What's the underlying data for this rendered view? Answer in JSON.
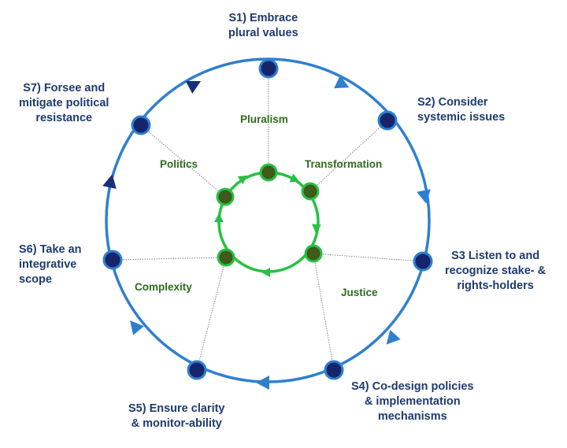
{
  "outer_cycle": {
    "ring_color": "#2f7fd0",
    "node_fill": "#16256b",
    "node_stroke": "#2f7fd0",
    "steps": [
      {
        "id": "s1",
        "lines": [
          "S1) Embrace",
          "plural values"
        ]
      },
      {
        "id": "s2",
        "lines": [
          "S2) Consider",
          "systemic issues"
        ]
      },
      {
        "id": "s3",
        "lines": [
          "S3 Listen to and",
          "recognize stake- &",
          "rights-holders"
        ]
      },
      {
        "id": "s4",
        "lines": [
          "S4) Co-design policies",
          "& implementation",
          "mechanisms"
        ]
      },
      {
        "id": "s5",
        "lines": [
          "S5) Ensure clarity",
          "& monitor-ability"
        ]
      },
      {
        "id": "s6",
        "lines": [
          "S6) Take an",
          "integrative",
          "scope"
        ]
      },
      {
        "id": "s7",
        "lines": [
          "S7) Forsee and",
          "mitigate political",
          "resistance"
        ]
      }
    ]
  },
  "inner_cycle": {
    "ring_color": "#27c043",
    "node_fill": "#3f5a1a",
    "node_stroke": "#27c043",
    "concepts": [
      "Pluralism",
      "Transformation",
      "Justice",
      "Complexity",
      "Politics"
    ]
  },
  "connector_color": "#777777",
  "label_color": "#1f3a6e",
  "concept_color": "#2e6b1f"
}
